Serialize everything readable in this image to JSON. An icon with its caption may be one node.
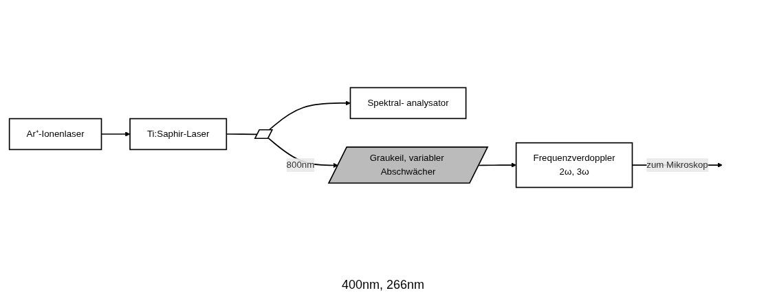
{
  "diagram": {
    "nodes": [
      {
        "text": [
          "Spektral- analysator"
        ]
      },
      {
        "text": [],
        "shape": "bar"
      },
      {
        "text": [
          "Ti:Saphir-Laser"
        ]
      },
      {
        "text": [
          "Ar⁺-Ionenlaser"
        ]
      },
      {
        "text": [
          "Graukeil, variabler Abschwächer"
        ]
      },
      {
        "text": [
          "Frequenzverdoppler",
          "2ω, 3ω"
        ]
      }
    ],
    "edges": [
      {
        "from": 3,
        "to": 2,
        "arrow": "to"
      },
      {
        "from": 2,
        "to": 1,
        "arrow": "none"
      },
      {
        "from": 1,
        "to": 0,
        "arrow": "to"
      },
      {
        "from": 1,
        "to": 4,
        "arrow": "to",
        "label": "800nm"
      },
      {
        "from": 4,
        "to": 5,
        "arrow": "to"
      },
      {
        "from": 5,
        "to": null,
        "arrow": "to",
        "label": "zum Mikroskop"
      }
    ],
    "labels": [
      "400nm, 266nm"
    ]
  }
}
